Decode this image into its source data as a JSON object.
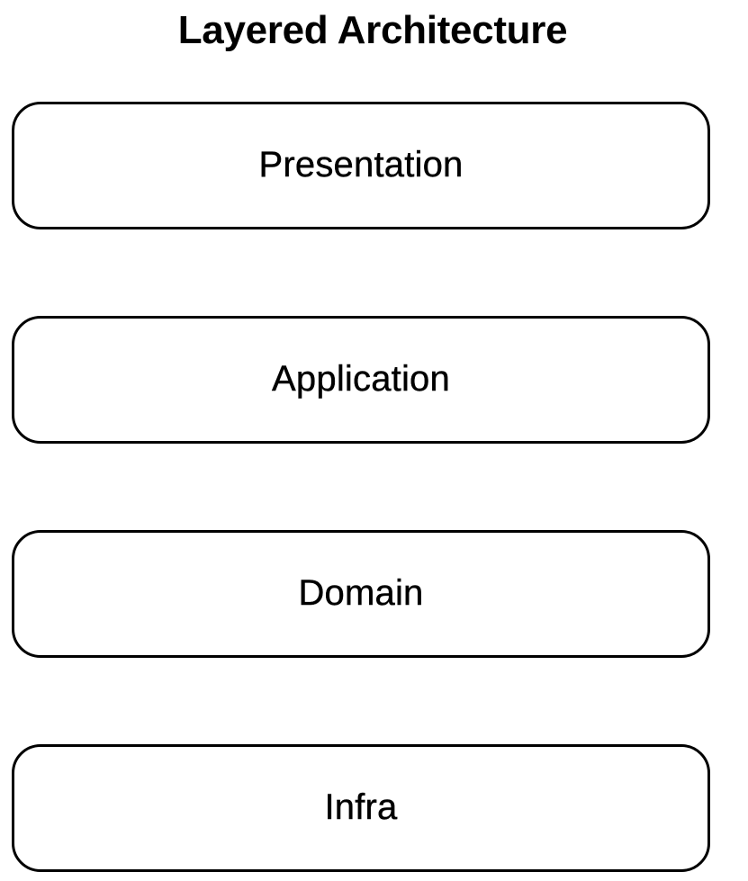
{
  "diagram": {
    "title": "Layered Architecture",
    "layers": [
      {
        "label": "Presentation"
      },
      {
        "label": "Application"
      },
      {
        "label": "Domain"
      },
      {
        "label": "Infra"
      }
    ]
  }
}
